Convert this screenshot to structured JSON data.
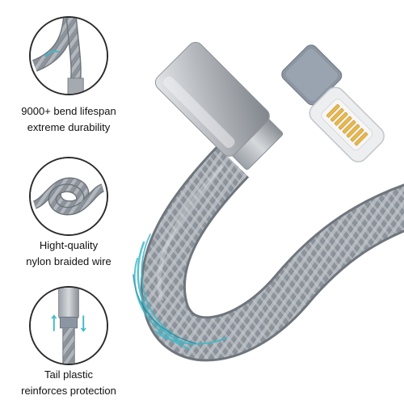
{
  "features": [
    {
      "icon": "bend-cable-icon",
      "line1": "9000+ bend lifespan",
      "line2": "extreme durability"
    },
    {
      "icon": "knot-cable-icon",
      "line1": "Hight-quality",
      "line2": "nylon braided wire"
    },
    {
      "icon": "plastic-tail-icon",
      "line1": "Tail plastic",
      "line2": "reinforces protection"
    }
  ],
  "colors": {
    "braid": "#9aa0a8",
    "metal": "#b8bcc2",
    "gold": "#e8b84a",
    "accent": "#3fb8c8"
  }
}
